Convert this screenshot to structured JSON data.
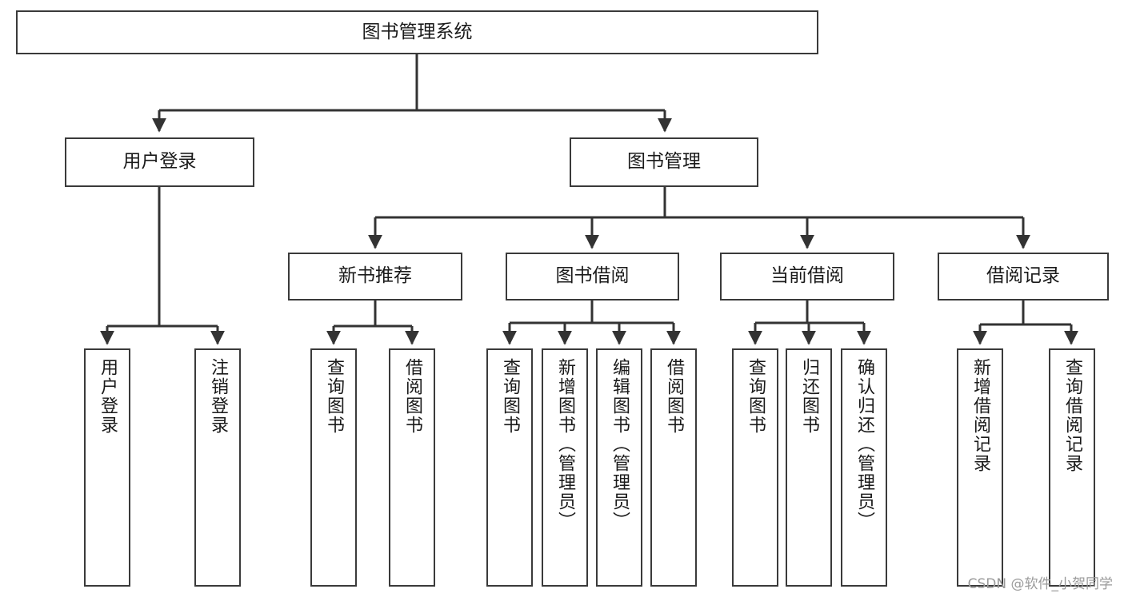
{
  "diagram": {
    "title": "图书管理系统",
    "type": "tree-hierarchy-chart",
    "watermark": "CSDN @软件_小贺同学",
    "colors": {
      "box_border": "#3a3a3a",
      "box_fill": "#ffffff",
      "edge": "#333333",
      "text": "#1a1a1a",
      "watermark": "#9a9a9a"
    },
    "root": {
      "label": "图书管理系统"
    },
    "level2": [
      {
        "label": "用户登录"
      },
      {
        "label": "图书管理"
      }
    ],
    "level3": [
      {
        "label": "新书推荐"
      },
      {
        "label": "图书借阅"
      },
      {
        "label": "当前借阅"
      },
      {
        "label": "借阅记录"
      }
    ],
    "leaves": {
      "user_login": [
        {
          "label": "用户登录"
        },
        {
          "label": "注销登录"
        }
      ],
      "new_book_recommend": [
        {
          "label": "查询图书"
        },
        {
          "label": "借阅图书"
        }
      ],
      "book_borrow": [
        {
          "label": "查询图书"
        },
        {
          "label": "新增图书（管理员）"
        },
        {
          "label": "编辑图书（管理员）"
        },
        {
          "label": "借阅图书"
        }
      ],
      "current_borrow": [
        {
          "label": "查询图书"
        },
        {
          "label": "归还图书"
        },
        {
          "label": "确认归还（管理员）"
        }
      ],
      "borrow_record": [
        {
          "label": "新增借阅记录"
        },
        {
          "label": "查询借阅记录"
        }
      ]
    }
  }
}
